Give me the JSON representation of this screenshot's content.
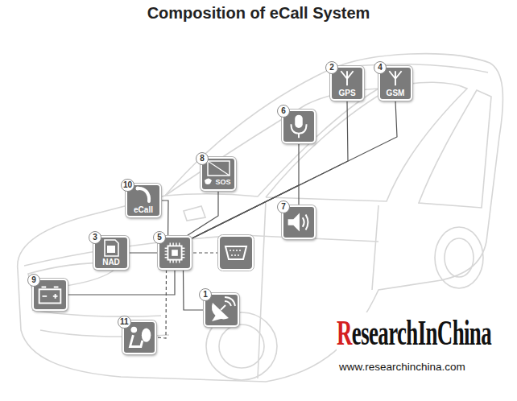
{
  "diagram": {
    "title": "Composition of eCall System",
    "nodes": [
      {
        "text": [
          "2",
          "GPS"
        ]
      },
      {
        "text": [
          "4",
          "GSM"
        ]
      },
      {
        "text": [
          "6"
        ]
      },
      {
        "text": [
          "8",
          "SOS"
        ]
      },
      {
        "text": [
          "10",
          "eCall"
        ]
      },
      {
        "text": [
          "7"
        ]
      },
      {
        "text": [
          "3",
          "NAD"
        ]
      },
      {
        "text": [
          "5"
        ]
      },
      {
        "text": [
          "9"
        ]
      },
      {
        "text": [
          "1"
        ]
      },
      {
        "text": [
          "11"
        ]
      }
    ],
    "edges": [
      {
        "from": 7,
        "to": 0,
        "arrow": "none"
      },
      {
        "from": 7,
        "to": 1,
        "arrow": "none"
      },
      {
        "from": 7,
        "to": 2,
        "arrow": "none"
      },
      {
        "from": 7,
        "to": 5,
        "arrow": "none"
      },
      {
        "from": 7,
        "to": 3,
        "arrow": "none"
      },
      {
        "from": 7,
        "to": 4,
        "arrow": "none"
      },
      {
        "from": 7,
        "to": 6,
        "arrow": "none"
      },
      {
        "from": 7,
        "to": 8,
        "arrow": "none"
      },
      {
        "from": 7,
        "to": 9,
        "arrow": "none"
      },
      {
        "from": 7,
        "to": 10,
        "arrow": "none"
      }
    ],
    "labels": [
      "ResearchInChina",
      "www.researchinchina.com"
    ]
  }
}
